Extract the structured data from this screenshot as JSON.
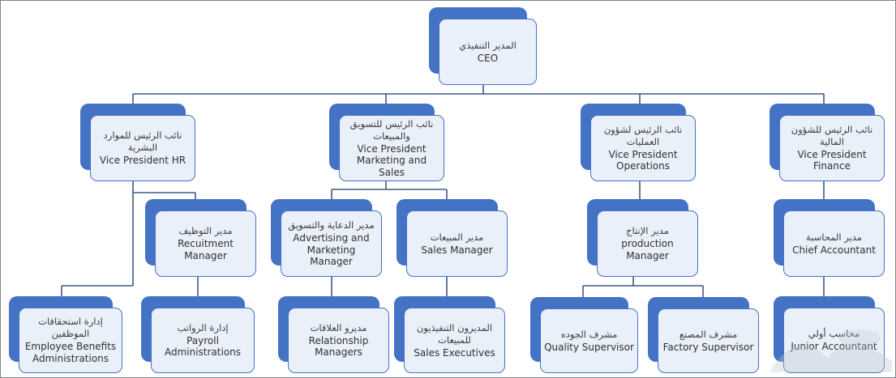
{
  "diagram_type": "org-chart",
  "colors": {
    "shape_fill": "#EAF0F9",
    "shape_border": "#4472C4",
    "shadow_fill": "#4472C4",
    "connector": "#3D5A85",
    "text": "#2F2F2F",
    "frame_border": "#7F8690"
  },
  "nodes": [
    {
      "id": "ceo",
      "ar": "المدير التنفيذي",
      "en": "CEO"
    },
    {
      "id": "vp-hr",
      "ar": "نائب الرئيس للموارد البشرية",
      "en": "Vice President HR"
    },
    {
      "id": "vp-marketing",
      "ar": "نائب الرئيس للتسويق والمبيعات",
      "en": "Vice President Marketing and Sales"
    },
    {
      "id": "vp-operations",
      "ar": "نائب الرئيس لشؤون العمليات",
      "en": "Vice President Operations"
    },
    {
      "id": "vp-finance",
      "ar": "نائب الرئيس للشؤون المالية",
      "en": "Vice President Finance"
    },
    {
      "id": "recruitment-manager",
      "ar": "مدير التوظيف",
      "en": "Recuitment Manager"
    },
    {
      "id": "advertising-marketing-manager",
      "ar": "مدير الدعاية والتسويق",
      "en": "Advertising and Marketing Manager"
    },
    {
      "id": "sales-manager",
      "ar": "مدير المبيعات",
      "en": "Sales Manager"
    },
    {
      "id": "production-manager",
      "ar": "مدير الإنتاج",
      "en": "production Manager"
    },
    {
      "id": "chief-accountant",
      "ar": "مدير المحاسبة",
      "en": "Chief Accountant"
    },
    {
      "id": "employee-benefits",
      "ar": "إدارة استحقاقات الموظفين",
      "en": "Employee Benefits Administrations"
    },
    {
      "id": "payroll",
      "ar": "إدارة الرواتب",
      "en": "Payroll Administrations"
    },
    {
      "id": "relationship-managers",
      "ar": "مديرو العلاقات",
      "en": "Relationship Managers"
    },
    {
      "id": "sales-executives",
      "ar": "المديرون التنفيذيون للمبيعات",
      "en": "Sales Executives"
    },
    {
      "id": "quality-supervisor",
      "ar": "مشرف الجوده",
      "en": "Quality Supervisor"
    },
    {
      "id": "factory-supervisor",
      "ar": "مشرف المصنع",
      "en": "Factory Supervisor"
    },
    {
      "id": "junior-accountant",
      "ar": "محاسب أولي",
      "en": "Junior Accountant"
    }
  ],
  "edges": [
    [
      "ceo",
      "vp-hr"
    ],
    [
      "ceo",
      "vp-marketing"
    ],
    [
      "ceo",
      "vp-operations"
    ],
    [
      "ceo",
      "vp-finance"
    ],
    [
      "vp-hr",
      "recruitment-manager"
    ],
    [
      "vp-hr",
      "employee-benefits"
    ],
    [
      "recruitment-manager",
      "payroll"
    ],
    [
      "vp-marketing",
      "advertising-marketing-manager"
    ],
    [
      "vp-marketing",
      "sales-manager"
    ],
    [
      "advertising-marketing-manager",
      "relationship-managers"
    ],
    [
      "sales-manager",
      "sales-executives"
    ],
    [
      "vp-operations",
      "production-manager"
    ],
    [
      "production-manager",
      "quality-supervisor"
    ],
    [
      "production-manager",
      "factory-supervisor"
    ],
    [
      "vp-finance",
      "chief-accountant"
    ],
    [
      "chief-accountant",
      "junior-accountant"
    ]
  ]
}
